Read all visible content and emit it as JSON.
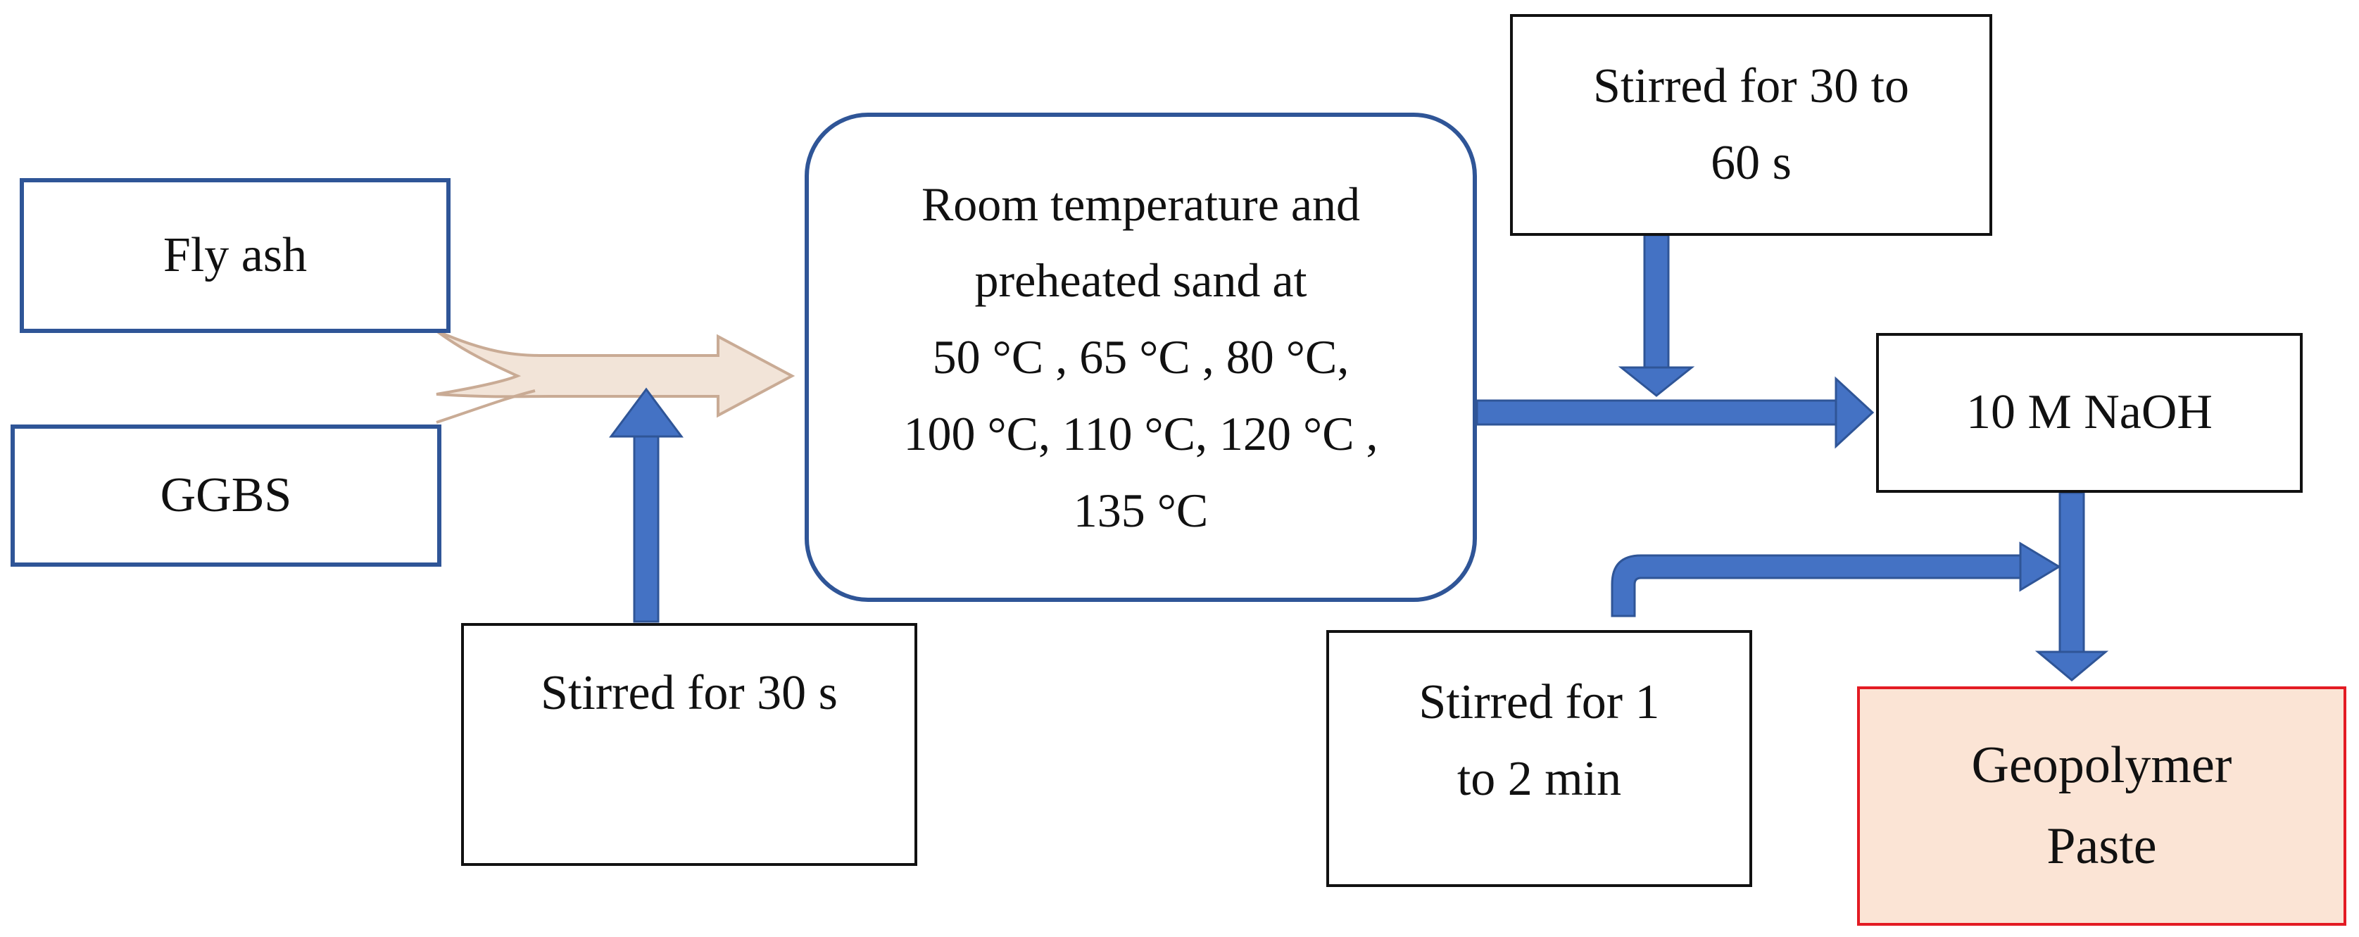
{
  "nodes": {
    "fly_ash": "Fly ash",
    "ggbs": "GGBS",
    "stir_30s": "Stirred for 30 s",
    "room_temp": {
      "line1": "Room temperature and",
      "line2": "preheated sand at",
      "line3": "50 °C , 65 °C , 80 °C,",
      "line4": "100 °C, 110 °C, 120 °C ,",
      "line5": "135 °C"
    },
    "stir_30_60": {
      "line1": "Stirred for 30 to",
      "line2": "60 s"
    },
    "naoh": "10 M NaOH",
    "stir_1_2": {
      "line1": "Stirred for 1",
      "line2": "to 2 min"
    },
    "paste": {
      "line1": "Geopolymer",
      "line2": "Paste"
    }
  },
  "colors": {
    "arrow_blue": "#4472c4",
    "arrow_edge": "#2f5597",
    "merge_arrow": "#f2e4d8",
    "merge_edge": "#c9ab95",
    "paste_fill": "#fbe4d5",
    "paste_border": "#e31b23"
  }
}
